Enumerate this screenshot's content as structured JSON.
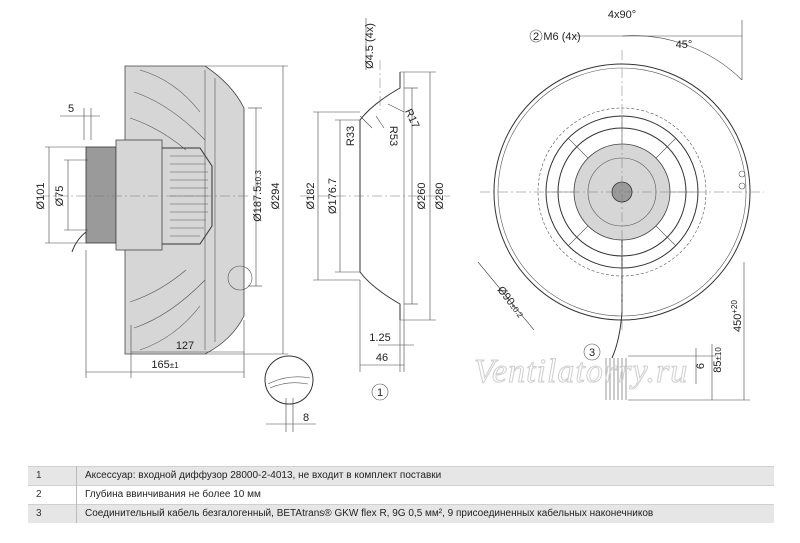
{
  "drawing": {
    "side_view": {
      "dims": {
        "d101": "Ø101",
        "d75": "Ø75",
        "d187": "Ø187.5",
        "d187_tol": "±0.3",
        "d294": "Ø294",
        "w5": "5",
        "w127": "127",
        "w165": "165",
        "w165_tol": "±1",
        "w8": "8"
      }
    },
    "section_view": {
      "dims": {
        "d4_5": "Ø4.5 (4x)",
        "r17": "R17",
        "r33": "R33",
        "r53": "R53",
        "d182": "Ø182",
        "d176": "Ø176.7",
        "d260": "Ø260",
        "d280": "Ø280",
        "w1_25": "1.25",
        "w46": "46",
        "callout_1": "1"
      }
    },
    "front_view": {
      "dims": {
        "angle_4x90": "4x90°",
        "m6": "M6 (4x)",
        "angle_45": "45°",
        "d90": "Ø90",
        "d90_tol": "±0.2",
        "l450": "450",
        "l450_tol": "+20",
        "l6": "6",
        "l85": "85",
        "l85_tol": "±10",
        "callout_2": "2",
        "callout_3": "3"
      }
    },
    "watermark": "Ventilatorry.ru"
  },
  "notes": [
    {
      "num": "1",
      "text": "Аксессуар: входной диффузор 28000-2-4013, не входит в комплект поставки"
    },
    {
      "num": "2",
      "text": "Глубина ввинчивания не более 10 мм"
    },
    {
      "num": "3",
      "text": "Соединительный кабель безгалогенный, BETAtrans® GKW flex R, 9G 0,5 мм², 9 присоединенных кабельных наконечников"
    }
  ]
}
